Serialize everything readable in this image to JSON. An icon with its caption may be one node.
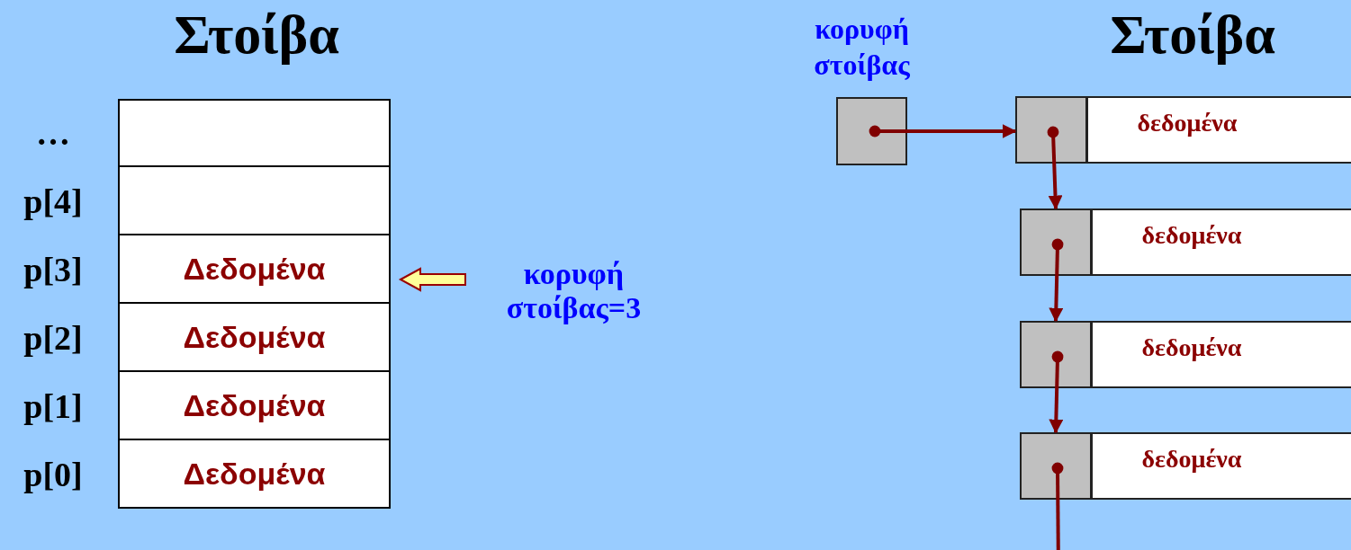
{
  "diagram": {
    "nodes": [
      {
        "text": [],
        "shape": "box",
        "beside": [
          "…"
        ]
      },
      {
        "text": [],
        "shape": "box",
        "beside": [
          "p[4]"
        ]
      },
      {
        "text": [
          "Δεδομένα"
        ],
        "beside": [
          "p[3]"
        ]
      },
      {
        "text": [
          "Δεδομένα"
        ],
        "beside": [
          "p[2]"
        ]
      },
      {
        "text": [
          "Δεδομένα"
        ],
        "beside": [
          "p[1]"
        ]
      },
      {
        "text": [
          "Δεδομένα"
        ],
        "beside": [
          "p[0]"
        ]
      },
      {
        "text": [
          "κορυφή στοίβας=3"
        ]
      },
      {
        "text": [
          "κορυφή στοίβας"
        ]
      },
      {
        "text": [
          "δεδομένα"
        ]
      },
      {
        "text": [
          "δεδομένα"
        ]
      },
      {
        "text": [
          "δεδομένα"
        ]
      },
      {
        "text": [
          "δεδομένα"
        ]
      }
    ],
    "edges": [
      {
        "from": 6,
        "to": 3,
        "arrow": "to",
        "style": "thick",
        "color": "#ffff99"
      },
      {
        "from": 7,
        "to": 8,
        "arrow": "to"
      },
      {
        "from": 8,
        "to": 9,
        "arrow": "to"
      },
      {
        "from": 9,
        "to": 10,
        "arrow": "to"
      },
      {
        "from": 10,
        "to": 11,
        "arrow": "to"
      },
      {
        "from": 11,
        "to": null,
        "arrow": "to"
      }
    ],
    "labels": [
      "Στοίβα",
      "Στοίβα"
    ]
  }
}
